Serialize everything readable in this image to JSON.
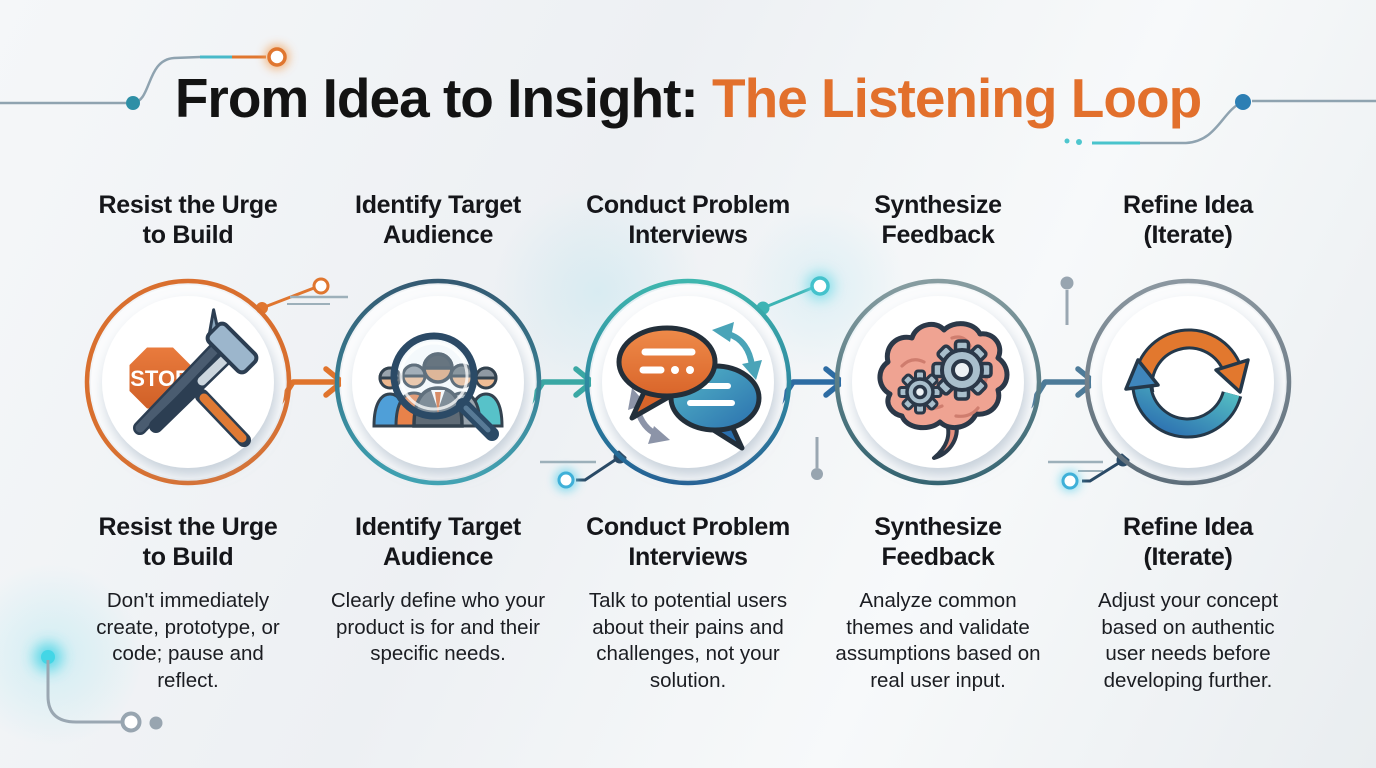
{
  "title": {
    "prefix": "From Idea to Insight: ",
    "highlight": "The Listening Loop"
  },
  "steps": [
    {
      "title": "Resist the Urge to Build",
      "description": "Don't immediately create, prototype, or code; pause and reflect.",
      "icon": "stop-hammer-icon",
      "ring_color": "#D96F2E"
    },
    {
      "title": "Identify Target Audience",
      "description": "Clearly define who your product is for and their specific needs.",
      "icon": "audience-magnifier-icon",
      "ring_color_top": "#345A72",
      "ring_color_bottom": "#3BA2B2"
    },
    {
      "title": "Conduct Problem Interviews",
      "description": "Talk to potential users about their pains and challenges, not your solution.",
      "icon": "speech-bubbles-icon",
      "ring_color_top": "#3EB6AE",
      "ring_color_bottom": "#1F5E93"
    },
    {
      "title": "Synthesize Feedback",
      "description": "Analyze common themes and validate assumptions based on real user input.",
      "icon": "brain-gears-icon",
      "ring_color_top": "#879DA1",
      "ring_color_bottom": "#2F606D"
    },
    {
      "title": "Refine Idea (Iterate)",
      "description": "Adjust your concept based on authentic user needs before developing further.",
      "icon": "iterate-cycle-icon",
      "ring_color_top": "#8B97A0",
      "ring_color_bottom": "#5A6A76"
    }
  ],
  "stop_sign_label": "STOP",
  "connectors": [
    {
      "from": 1,
      "to": 2,
      "color": "#E0742C"
    },
    {
      "from": 2,
      "to": 3,
      "color": "#3AA8A4"
    },
    {
      "from": 3,
      "to": 4,
      "color": "#2D6CA3"
    },
    {
      "from": 4,
      "to": 5,
      "color": "#4D7B99"
    }
  ],
  "palette": {
    "title_black": "#131313",
    "title_orange": "#E2702C",
    "circuit_gray": "#9AA7B2",
    "circuit_navy": "#2A4A66",
    "glow_cyan": "#3ED3E4",
    "glow_orange": "#E0762F"
  }
}
